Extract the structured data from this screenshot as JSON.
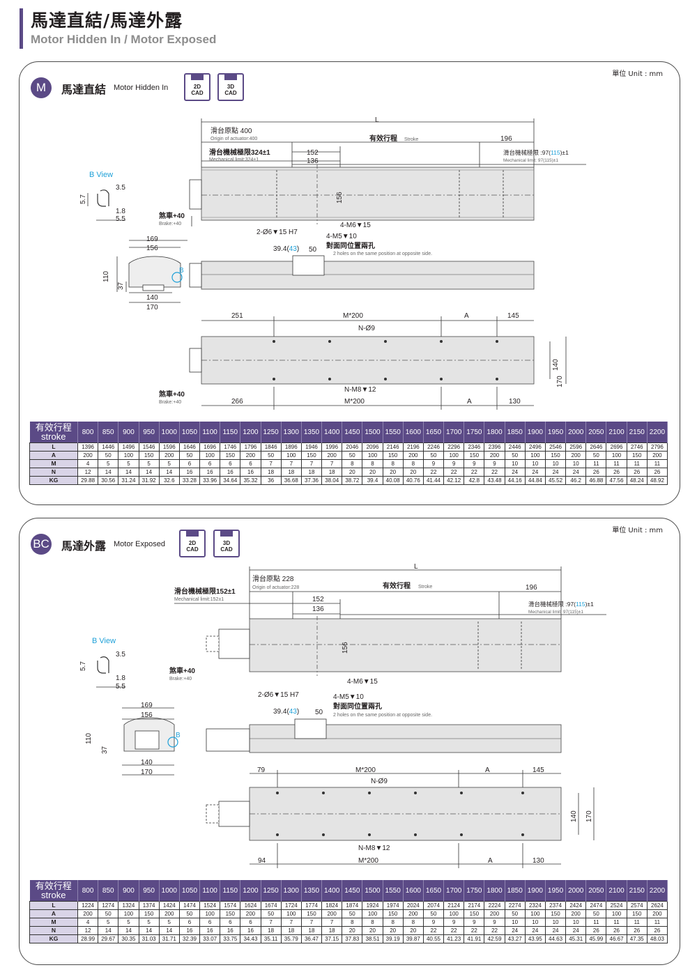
{
  "header": {
    "title": "馬達直結/馬達外露",
    "subtitle": "Motor Hidden In / Motor Exposed"
  },
  "sections": [
    {
      "id": "M",
      "badge": "M",
      "title": "馬達直結",
      "subtitle": "Motor Hidden In",
      "unit": "單位 Unit : mm",
      "cad": [
        "2D\nCAD",
        "3D\nCAD"
      ],
      "drawing": {
        "L": "L",
        "origin": "滑台原點 400",
        "origin_en": "Origin of actuator:400",
        "stroke": "有效行程",
        "stroke_en": "Stroke",
        "d196": "196",
        "mech_left": "滑台機械極限324±1",
        "mech_left_en": "Mechanical limit:324±1",
        "d152": "152",
        "d136": "136",
        "mech_right": "滑台機械極限 :97(",
        "mech_right_hl": "115",
        "mech_right_end": ")±1",
        "mech_right_en": "Mechanical limit: 97(115)±1",
        "bview": "B View",
        "d35": "3.5",
        "d57": "5.7",
        "d18": "1.8",
        "d55": "5.5",
        "brake": "煞車+40",
        "brake_en": "Brake:+40",
        "d156": "156",
        "hole1": "2-Ø6▼15 H7",
        "m6": "4-M6▼15",
        "m5": "4-M5▼10",
        "d394": "39.4(",
        "d394_hl": "43",
        "d394_end": ")",
        "d50": "50",
        "opp": "對面同位置兩孔",
        "opp_en": "2 holes on the same position at opposite side.",
        "d169": "169",
        "d156b": "156",
        "d110": "110",
        "d37": "37",
        "d140": "140",
        "d170": "170",
        "b": "B",
        "d_left_top": "251",
        "m200": "M*200",
        "a": "A",
        "d145": "145",
        "n9": "N-Ø9",
        "d140r": "140",
        "d170r": "170",
        "n8": "N-M8▼12",
        "d_left_bot": "266",
        "m200b": "M*200",
        "ab": "A",
        "d130": "130"
      },
      "table": {
        "head": "有效行程\nstroke",
        "strokes": [
          "800",
          "850",
          "900",
          "950",
          "1000",
          "1050",
          "1100",
          "1150",
          "1200",
          "1250",
          "1300",
          "1350",
          "1400",
          "1450",
          "1500",
          "1550",
          "1600",
          "1650",
          "1700",
          "1750",
          "1800",
          "1850",
          "1900",
          "1950",
          "2000",
          "2050",
          "2100",
          "2150",
          "2200"
        ],
        "rows": [
          {
            "label": "L",
            "values": [
              "1396",
              "1446",
              "1496",
              "1546",
              "1596",
              "1646",
              "1696",
              "1746",
              "1796",
              "1846",
              "1896",
              "1946",
              "1996",
              "2046",
              "2096",
              "2146",
              "2196",
              "2246",
              "2296",
              "2346",
              "2396",
              "2446",
              "2496",
              "2546",
              "2596",
              "2646",
              "2696",
              "2746",
              "2796"
            ]
          },
          {
            "label": "A",
            "values": [
              "200",
              "50",
              "100",
              "150",
              "200",
              "50",
              "100",
              "150",
              "200",
              "50",
              "100",
              "150",
              "200",
              "50",
              "100",
              "150",
              "200",
              "50",
              "100",
              "150",
              "200",
              "50",
              "100",
              "150",
              "200",
              "50",
              "100",
              "150",
              "200"
            ]
          },
          {
            "label": "M",
            "values": [
              "4",
              "5",
              "5",
              "5",
              "5",
              "6",
              "6",
              "6",
              "6",
              "7",
              "7",
              "7",
              "7",
              "8",
              "8",
              "8",
              "8",
              "9",
              "9",
              "9",
              "9",
              "10",
              "10",
              "10",
              "10",
              "11",
              "11",
              "11",
              "11"
            ]
          },
          {
            "label": "N",
            "values": [
              "12",
              "14",
              "14",
              "14",
              "14",
              "16",
              "16",
              "16",
              "16",
              "18",
              "18",
              "18",
              "18",
              "20",
              "20",
              "20",
              "20",
              "22",
              "22",
              "22",
              "22",
              "24",
              "24",
              "24",
              "24",
              "26",
              "26",
              "26",
              "26"
            ]
          },
          {
            "label": "KG",
            "values": [
              "29.88",
              "30.56",
              "31.24",
              "31.92",
              "32.6",
              "33.28",
              "33.96",
              "34.64",
              "35.32",
              "36",
              "36.68",
              "37.36",
              "38.04",
              "38.72",
              "39.4",
              "40.08",
              "40.76",
              "41.44",
              "42.12",
              "42.8",
              "43.48",
              "44.16",
              "44.84",
              "45.52",
              "46.2",
              "46.88",
              "47.56",
              "48.24",
              "48.92"
            ]
          }
        ]
      }
    },
    {
      "id": "BC",
      "badge": "BC",
      "title": "馬達外露",
      "subtitle": "Motor Exposed",
      "unit": "單位 Unit : mm",
      "cad": [
        "2D\nCAD",
        "3D\nCAD"
      ],
      "drawing": {
        "L": "L",
        "origin": "滑台原點 228",
        "origin_en": "Origin of actuator:228",
        "stroke": "有效行程",
        "stroke_en": "Stroke",
        "d196": "196",
        "mech_left": "滑台機械極限152±1",
        "mech_left_en": "Mechanical limit:152±1",
        "d152": "152",
        "d136": "136",
        "mech_right": "滑台機械極限 :97(",
        "mech_right_hl": "115",
        "mech_right_end": ")±1",
        "mech_right_en": "Mechanical limit: 97(115)±1",
        "bview": "B View",
        "d35": "3.5",
        "d57": "5.7",
        "d18": "1.8",
        "d55": "5.5",
        "brake": "煞車+40",
        "brake_en": "Brake:+40",
        "d156": "156",
        "hole1": "2-Ø6▼15 H7",
        "m6": "4-M6▼15",
        "m5": "4-M5▼10",
        "d394": "39.4(",
        "d394_hl": "43",
        "d394_end": ")",
        "d50": "50",
        "opp": "對面同位置兩孔",
        "opp_en": "2 holes on the same position at opposite side.",
        "d169": "169",
        "d156b": "156",
        "d110": "110",
        "d37": "37",
        "d140": "140",
        "d170": "170",
        "b": "B",
        "d_left_top": "79",
        "m200": "M*200",
        "a": "A",
        "d145": "145",
        "n9": "N-Ø9",
        "d140r": "140",
        "d170r": "170",
        "n8": "N-M8▼12",
        "d_left_bot": "94",
        "m200b": "M*200",
        "ab": "A",
        "d130": "130"
      },
      "table": {
        "head": "有效行程\nstroke",
        "strokes": [
          "800",
          "850",
          "900",
          "950",
          "1000",
          "1050",
          "1100",
          "1150",
          "1200",
          "1250",
          "1300",
          "1350",
          "1400",
          "1450",
          "1500",
          "1550",
          "1600",
          "1650",
          "1700",
          "1750",
          "1800",
          "1850",
          "1900",
          "1950",
          "2000",
          "2050",
          "2100",
          "2150",
          "2200"
        ],
        "rows": [
          {
            "label": "L",
            "values": [
              "1224",
              "1274",
              "1324",
              "1374",
              "1424",
              "1474",
              "1524",
              "1574",
              "1624",
              "1674",
              "1724",
              "1774",
              "1824",
              "1874",
              "1924",
              "1974",
              "2024",
              "2074",
              "2124",
              "2174",
              "2224",
              "2274",
              "2324",
              "2374",
              "2424",
              "2474",
              "2524",
              "2574",
              "2624"
            ]
          },
          {
            "label": "A",
            "values": [
              "200",
              "50",
              "100",
              "150",
              "200",
              "50",
              "100",
              "150",
              "200",
              "50",
              "100",
              "150",
              "200",
              "50",
              "100",
              "150",
              "200",
              "50",
              "100",
              "150",
              "200",
              "50",
              "100",
              "150",
              "200",
              "50",
              "100",
              "150",
              "200"
            ]
          },
          {
            "label": "M",
            "values": [
              "4",
              "5",
              "5",
              "5",
              "5",
              "6",
              "6",
              "6",
              "6",
              "7",
              "7",
              "7",
              "7",
              "8",
              "8",
              "8",
              "8",
              "9",
              "9",
              "9",
              "9",
              "10",
              "10",
              "10",
              "10",
              "11",
              "11",
              "11",
              "11"
            ]
          },
          {
            "label": "N",
            "values": [
              "12",
              "14",
              "14",
              "14",
              "14",
              "16",
              "16",
              "16",
              "16",
              "18",
              "18",
              "18",
              "18",
              "20",
              "20",
              "20",
              "20",
              "22",
              "22",
              "22",
              "22",
              "24",
              "24",
              "24",
              "24",
              "26",
              "26",
              "26",
              "26"
            ]
          },
          {
            "label": "KG",
            "values": [
              "28.99",
              "29.67",
              "30.35",
              "31.03",
              "31.71",
              "32.39",
              "33.07",
              "33.75",
              "34.43",
              "35.11",
              "35.79",
              "36.47",
              "37.15",
              "37.83",
              "38.51",
              "39.19",
              "39.87",
              "40.55",
              "41.23",
              "41.91",
              "42.59",
              "43.27",
              "43.95",
              "44.63",
              "45.31",
              "45.99",
              "46.67",
              "47.35",
              "48.03"
            ]
          }
        ]
      }
    }
  ],
  "colors": {
    "accent": "#5b4a86",
    "highlight": "#1ea0d8",
    "body": "#e4e4e4"
  }
}
